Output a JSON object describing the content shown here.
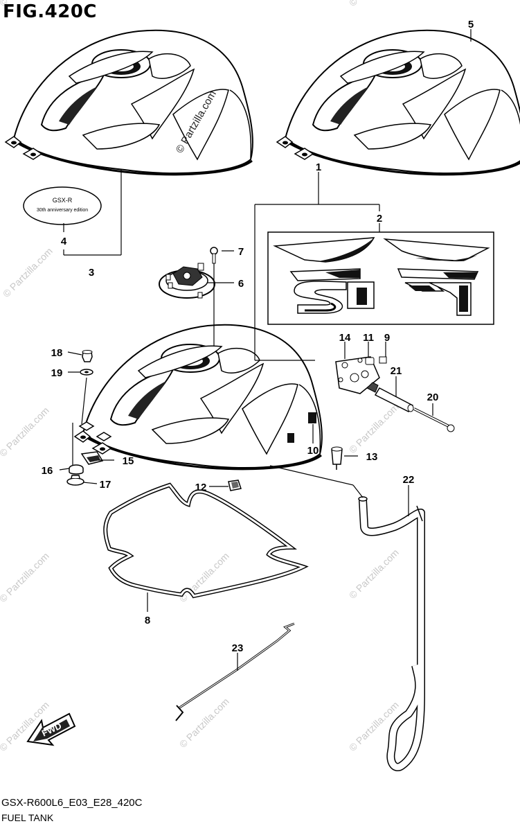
{
  "figure": {
    "title": "FIG.420C",
    "model_code": "GSX-R600L6_E03_E28_420C",
    "caption": "FUEL TANK"
  },
  "emblem_text": {
    "line1": "GSX-R",
    "line2": "30th anniversary edition"
  },
  "fwd_label": "FWD",
  "watermark": "© Partzilla.com",
  "callouts": [
    "1",
    "2",
    "3",
    "4",
    "5",
    "6",
    "7",
    "8",
    "9",
    "10",
    "11",
    "12",
    "13",
    "14",
    "15",
    "16",
    "17",
    "18",
    "19",
    "20",
    "21",
    "22",
    "23"
  ]
}
